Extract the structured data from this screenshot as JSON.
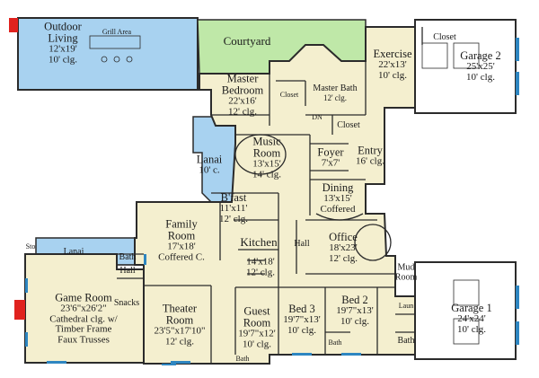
{
  "colors": {
    "interior": "#f4efcf",
    "exterior": "#a8d2f0",
    "courtyard": "#bfe8a8",
    "garage": "#ffffff",
    "wall": "#2b2b2b",
    "fireplace": "#e0221e",
    "window": "#2e86c1"
  },
  "rooms": {
    "outdoor_living": {
      "name": "Outdoor\nLiving",
      "dims": "12'x19'",
      "ceiling": "10' clg."
    },
    "grill_area": {
      "name": "Grill Area"
    },
    "courtyard": {
      "name": "Courtyard"
    },
    "master_bedroom": {
      "name": "Master\nBedroom",
      "dims": "22'x16'",
      "ceiling": "12' clg."
    },
    "closet_master_left": {
      "name": "Closet"
    },
    "master_bath": {
      "name": "Master Bath",
      "ceiling": "12' clg."
    },
    "closet_master_right": {
      "name": "Closet"
    },
    "dn": {
      "name": "DN"
    },
    "exercise": {
      "name": "Exercise",
      "dims": "22'x13'",
      "ceiling": "10' clg."
    },
    "closet_exercise": {
      "name": "Closet"
    },
    "garage2": {
      "name": "Garage 2",
      "dims": "25'x25'",
      "ceiling": "10' clg."
    },
    "music_room": {
      "name": "Music\nRoom",
      "dims": "13'x15'",
      "ceiling": "14' clg."
    },
    "foyer": {
      "name": "Foyer",
      "dims": "7'x7'"
    },
    "entry": {
      "name": "Entry",
      "ceiling": "16' clg."
    },
    "lanai_upper": {
      "name": "Lanai",
      "ceiling": "10' c."
    },
    "bfast": {
      "name": "B'fast",
      "dims": "11'x11'",
      "ceiling": "12' clg."
    },
    "dining": {
      "name": "Dining",
      "dims": "13'x15'",
      "ceiling": "Coffered"
    },
    "family_room": {
      "name": "Family\nRoom",
      "dims": "17'x18'",
      "ceiling": "Coffered C."
    },
    "kitchen": {
      "name": "Kitchen",
      "dims": "14'x18'",
      "ceiling": "12' clg."
    },
    "hall_center": {
      "name": "Hall"
    },
    "office": {
      "name": "Office",
      "dims": "18'x23'",
      "ceiling": "12' clg."
    },
    "lanai_lower": {
      "name": "Lanai"
    },
    "sto": {
      "name": "Sto"
    },
    "bath_left": {
      "name": "Bath"
    },
    "hall_left": {
      "name": "Hall"
    },
    "game_room": {
      "name": "Game Room",
      "dims": "23'6\"x26'2\"",
      "ceiling": "Cathedral clg. w/\nTimber Frame\nFaux Trusses"
    },
    "snacks": {
      "name": "Snacks"
    },
    "theater_room": {
      "name": "Theater\nRoom",
      "dims": "23'5\"x17'10\"",
      "ceiling": "12' clg."
    },
    "guest_room": {
      "name": "Guest\nRoom",
      "dims": "19'7\"x12'",
      "ceiling": "10' clg."
    },
    "bed3": {
      "name": "Bed 3",
      "dims": "19'7\"x13'",
      "ceiling": "10' clg."
    },
    "bed2": {
      "name": "Bed 2",
      "dims": "19'7\"x13'",
      "ceiling": "10' clg."
    },
    "mud_room": {
      "name": "Mud\nRoom"
    },
    "garage1": {
      "name": "Garage 1",
      "dims": "24'x24'",
      "ceiling": "10' clg."
    },
    "bath_guest": {
      "name": "Bath"
    },
    "bath_bed3": {
      "name": "Bath"
    },
    "bath_garage": {
      "name": "Bath"
    },
    "laun": {
      "name": "Laun"
    }
  }
}
